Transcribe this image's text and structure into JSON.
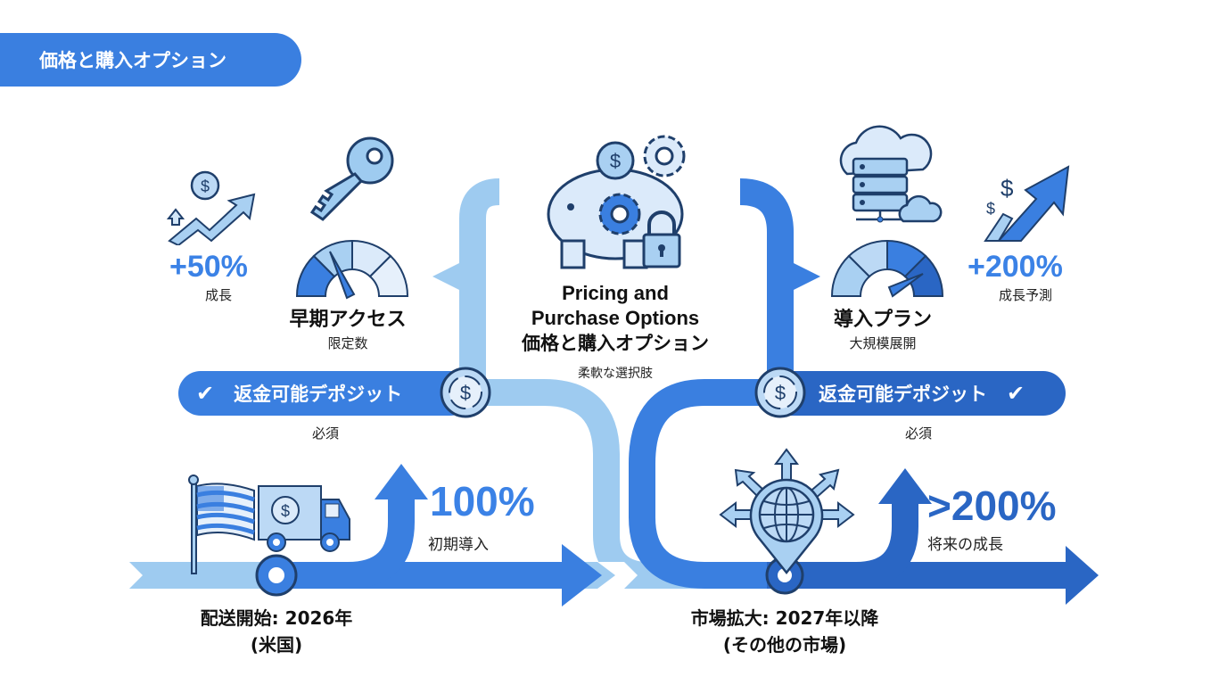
{
  "header": {
    "title": "価格と購入オプション"
  },
  "center": {
    "title_en_line1": "Pricing and",
    "title_en_line2": "Purchase Options",
    "title_ja": "価格と購入オプション",
    "subtitle": "柔軟な選択肢",
    "icon": "piggy-bank-gear-lock-icon"
  },
  "left_top": {
    "growth_value": "+50%",
    "growth_label": "成長",
    "growth_icon": "growth-chart-dollar-icon",
    "plan_title": "早期アクセス",
    "plan_subtitle": "限定数",
    "plan_icon": "key-icon",
    "gauge_icon": "gauge-low-icon"
  },
  "right_top": {
    "growth_value": "+200%",
    "growth_label": "成長予測",
    "growth_icon": "growth-arrow-dollar-icon",
    "plan_title": "導入プラン",
    "plan_subtitle": "大規模展開",
    "plan_icon": "cloud-server-icon",
    "gauge_icon": "gauge-high-icon"
  },
  "deposit_left": {
    "label": "返金可能デポジット",
    "note": "必須",
    "check_icon": "check-icon",
    "coin_icon": "dollar-coin-icon"
  },
  "deposit_right": {
    "label": "返金可能デポジット",
    "note": "必須",
    "check_icon": "check-icon",
    "coin_icon": "dollar-coin-icon"
  },
  "bottom_left": {
    "value": "100%",
    "value_label": "初期導入",
    "date_line1": "配送開始: 2026年",
    "date_line2": "(米国)",
    "icon": "us-flag-delivery-truck-icon"
  },
  "bottom_right": {
    "value": ">200%",
    "value_label": "将来の成長",
    "date_line1": "市場拡大: 2027年以降",
    "date_line2": "(その他の市場)",
    "icon": "globe-pin-expansion-icon"
  },
  "colors": {
    "primary": "#3a7fe0",
    "dark": "#2a66c4",
    "light": "#9ecbf0",
    "outline": "#1f3f6b",
    "pct_text": "#3b82e6"
  }
}
